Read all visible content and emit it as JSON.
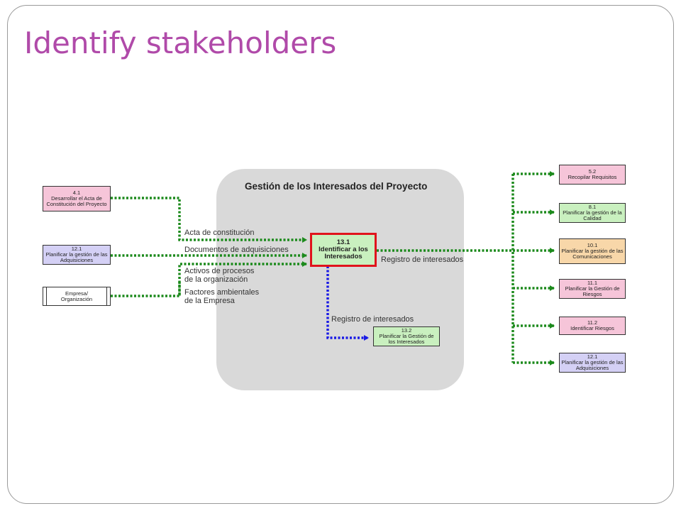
{
  "slide": {
    "title": "Identify stakeholders"
  },
  "group": {
    "title": "Gestión de los Interesados del Proyecto"
  },
  "processes": {
    "input_4_1": {
      "code": "4.1",
      "name": "Desarrollar el Acta de Constitución del Proyecto"
    },
    "input_12_1": {
      "code": "12.1",
      "name": "Planificar la gestión de las Adquisiciones"
    },
    "input_empresa": {
      "name_line1": "Empresa/",
      "name_line2": "Organización"
    },
    "main_13_1": {
      "code": "13.1",
      "name": "Identificar a los Interesados"
    },
    "next_13_2": {
      "code": "13.2",
      "name": "Planificar la Gestión de los Interesados"
    },
    "out_5_2": {
      "code": "5.2",
      "name": "Recopilar Requisitos"
    },
    "out_8_1": {
      "code": "8.1",
      "name": "Planificar la gestión de la Calidad"
    },
    "out_10_1": {
      "code": "10.1",
      "name": "Planificar la gestión de las Comunicaciones"
    },
    "out_11_1": {
      "code": "11.1",
      "name": "Planificar la Gestión de Riesgos"
    },
    "out_11_2": {
      "code": "11.2",
      "name": "Identificar Riesgos"
    },
    "out_12_1": {
      "code": "12.1",
      "name": "Planificar la gestión de las Adquisiciones"
    }
  },
  "flows": {
    "acta": "Acta de constitución",
    "documentos": "Documentos de adquisiciones",
    "activos_l1": "Activos de procesos",
    "activos_l2": "de la organización",
    "factores_l1": "Factores ambientales",
    "factores_l2": "de la Empresa",
    "registro_out": "Registro de interesados",
    "registro_down": "Registro de interesados"
  },
  "colors": {
    "title": "#b04aa9",
    "connector_green": "#1c8a1c",
    "connector_blue": "#1a1ae6",
    "main_border": "#e0141c",
    "box_green": "#c9f0bf",
    "box_pink": "#f6c5d9",
    "box_lavender": "#d4d0f5",
    "box_peach": "#f8d7a9",
    "group_bg": "#d9d9d9"
  }
}
